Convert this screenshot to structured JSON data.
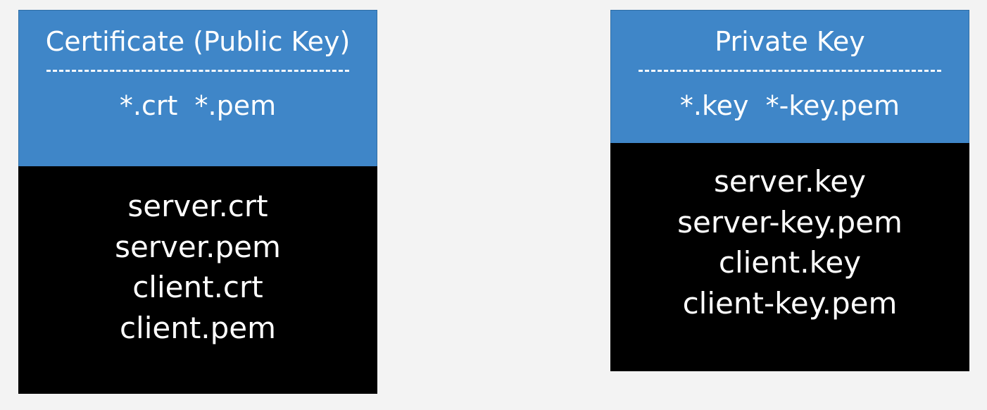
{
  "certificate_card": {
    "title": "Certificate (Public Key)",
    "extensions": "*.crt  *.pem",
    "files": [
      "server.crt",
      "server.pem",
      "client.crt",
      "client.pem"
    ]
  },
  "private_key_card": {
    "title": "Private Key",
    "extensions": "*.key  *-key.pem",
    "files": [
      "server.key",
      "server-key.pem",
      "client.key",
      "client-key.pem"
    ]
  },
  "colors": {
    "header_blue": "#3f86c8",
    "body_black": "#000000",
    "text_white": "#ffffff",
    "background": "#f3f3f3"
  }
}
